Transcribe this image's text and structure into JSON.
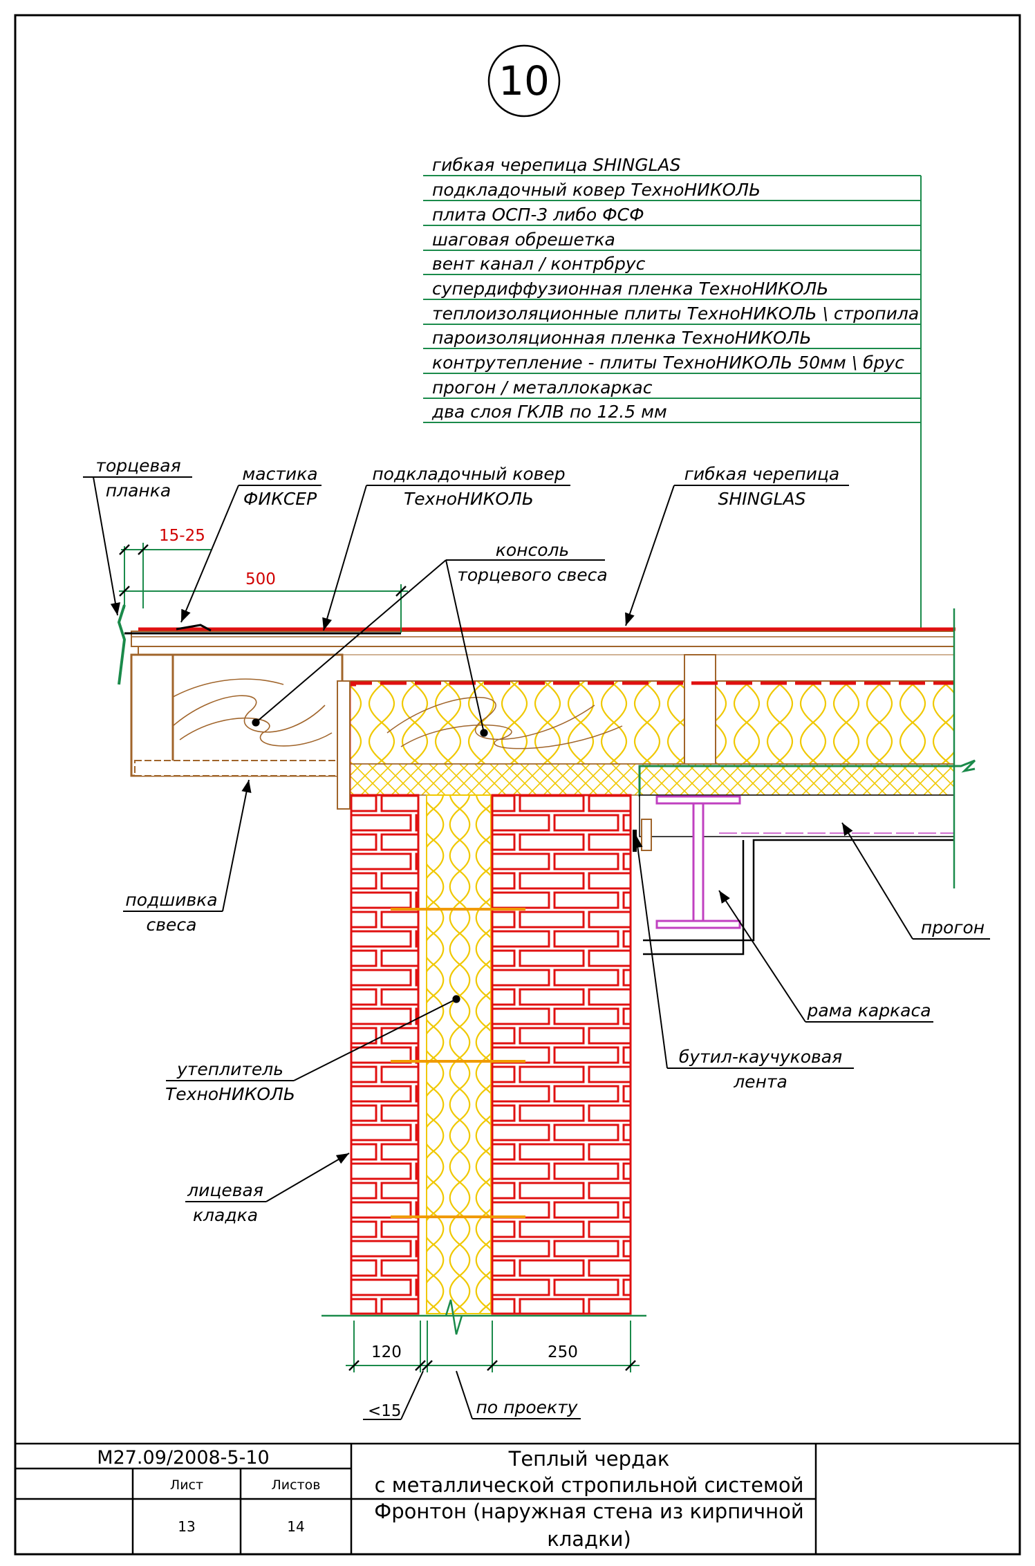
{
  "detail_number": "10",
  "layers_legend": [
    "гибкая черепица SHINGLAS",
    "подкладочный ковер ТехноНИКОЛЬ",
    "плита ОСП-3 либо ФСФ",
    "шаговая обрешетка",
    "вент канал / контрбрус",
    "супердиффузионная пленка ТехноНИКОЛЬ",
    "теплоизоляционные плиты ТехноНИКОЛЬ  \\ стропила",
    "пароизоляционная пленка ТехноНИКОЛЬ",
    "контрутепление - плиты ТехноНИКОЛЬ 50мм \\ брус",
    "прогон / металлокаркас",
    "два слоя ГКЛВ по 12.5 мм"
  ],
  "callouts": {
    "end_plank": [
      "торцевая",
      "планка"
    ],
    "mastic": [
      "мастика",
      "ФИКСЕР"
    ],
    "underlay": [
      "подкладочный ковер",
      "ТехноНИКОЛЬ"
    ],
    "shingles": [
      "гибкая черепица",
      "SHINGLAS"
    ],
    "console": [
      "консоль",
      "торцевого свеса"
    ],
    "soffit": [
      "подшивка",
      "свеса"
    ],
    "purlin": "прогон",
    "frame": "рама каркаса",
    "butyl_tape": [
      "бутил-каучуковая",
      "лента"
    ],
    "insulation": [
      "утеплитель",
      "ТехноНИКОЛЬ"
    ],
    "facing_masonry": [
      "лицевая",
      "кладка"
    ],
    "by_project": "по проекту"
  },
  "dimensions": {
    "overlap": "15-25",
    "strip": "500",
    "facing_thickness": "120",
    "inner_thickness": "250",
    "gap": "<15"
  },
  "title_block": {
    "code": "М27.09/2008-5-10",
    "sheet_label": "Лист",
    "sheets_label": "Листов",
    "sheet": "13",
    "sheets": "14",
    "title_line1": "Теплый чердак",
    "title_line2": "с металлической стропильной системой",
    "subtitle_line1": "Фронтон (наружная стена из кирпичной",
    "subtitle_line2": "кладки)"
  },
  "colors": {
    "frame": "#000000",
    "leader": "#1a8a4a",
    "masonry": "#e01010",
    "insulation": "#f0d020",
    "timber": "#a0642a",
    "steel": "#c040c0"
  }
}
